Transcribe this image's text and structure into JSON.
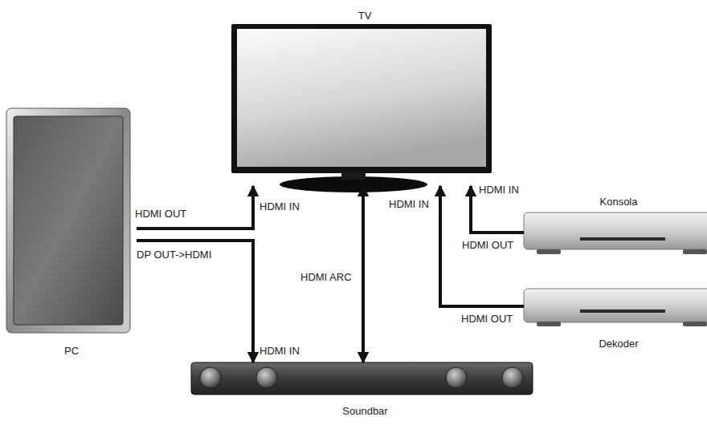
{
  "diagram": {
    "nodes": [
      {
        "text": [
          "TV"
        ]
      },
      {
        "text": [
          "PC"
        ]
      },
      {
        "text": [
          "Konsola"
        ]
      },
      {
        "text": [
          "Dekoder"
        ]
      },
      {
        "text": [
          "Soundbar"
        ]
      }
    ],
    "edges": [
      {
        "from": 1,
        "to": 0,
        "label": "HDMI OUT",
        "arrow": "to"
      },
      {
        "from": 1,
        "to": 4,
        "label": "DP OUT->HDMI",
        "arrow": "to"
      },
      {
        "from": 4,
        "to": 0,
        "label": "HDMI ARC",
        "arrow": "both"
      },
      {
        "from": 3,
        "to": 0,
        "label": "HDMI OUT",
        "arrow": "to"
      },
      {
        "from": 2,
        "to": 0,
        "label": "HDMI OUT",
        "arrow": "to"
      }
    ],
    "labels": [
      "HDMI IN",
      "HDMI IN",
      "HDMI IN",
      "HDMI IN"
    ]
  }
}
